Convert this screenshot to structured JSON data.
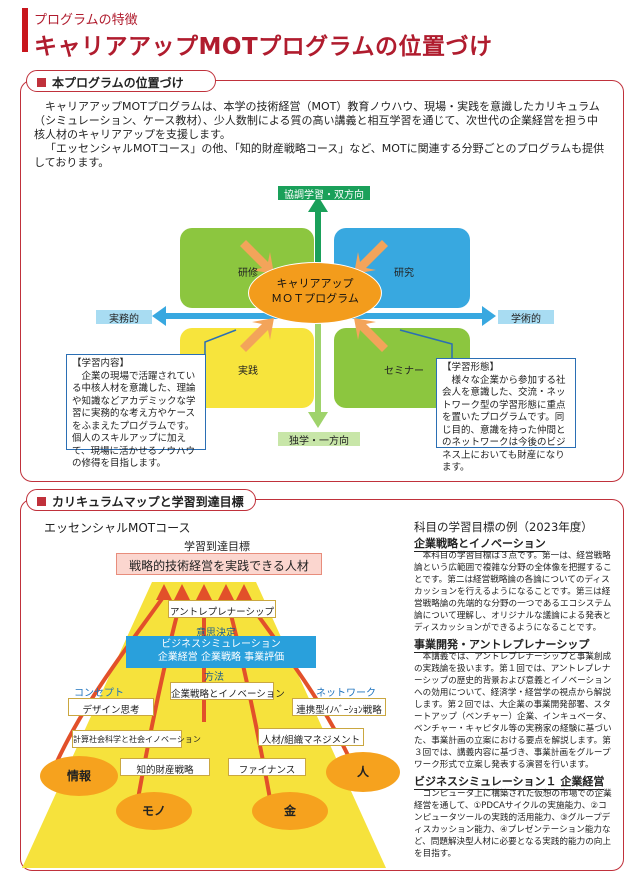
{
  "header": {
    "subtitle": "プログラムの特徴",
    "title": "キャリアアップMOTプログラムの位置づけ"
  },
  "section1": {
    "heading": "本プログラムの位置づけ",
    "intro_p1": "キャリアアップMOTプログラムは、本学の技術経営（MOT）教育ノウハウ、現場・実践を意識したカリキュラム（シミュレーション、ケース教材）、少人数制による質の高い講義と相互学習を通じて、次世代の企業経営を担う中核人材のキャリアアップを支援します。",
    "intro_p2": "「エッセンシャルMOTコース」の他、「知的財産戦略コース」など、MOTに関連する分野ごとのプログラムも提供しております。",
    "diagram": {
      "top_label": "協調学習・双方向",
      "bottom_label": "独学・一方向",
      "left_label": "実務的",
      "right_label": "学術的",
      "q_top_left": "研修",
      "q_top_right": "研究",
      "q_bottom_left": "実践",
      "q_bottom_right": "セミナー",
      "center_line1": "キャリアアップ",
      "center_line2": "ＭＯＴプログラム",
      "left_callout_title": "【学習内容】",
      "left_callout_body": "企業の現場で活躍されている中核人材を意識した、理論や知識などアカデミックな学習に実務的な考え方やケースをふまえたプログラムです。個人のスキルアップに加えて、現場に活かせるノウハウの修得を目指します。",
      "right_callout_title": "【学習形態】",
      "right_callout_body": "様々な企業から参加する社会人を意識した、交流・ネットワーク型の学習形態に重点を置いたプログラムです。同じ目的、意識を持った仲間とのネットワークは今後のビジネス上においても財産になります。"
    }
  },
  "section2": {
    "heading": "カリキュラムマップと学習到達目標",
    "course_title": "エッセンシャルMOTコース",
    "goal_heading": "学習到達目標",
    "goal": "戦略的技術経営を実践できる人材",
    "pyramid": {
      "entrepreneurship": "アントレプレナーシップ",
      "decision": "意思決定",
      "biz_sim_line1": "ビジネスシミュレーション",
      "biz_sim_line2": "企業経営 企業戦略 事業評価",
      "method": "方法",
      "strategy_innovation": "企業戦略とイノベーション",
      "concept": "コンセプト",
      "network": "ネットワーク",
      "design_thinking": "デザイン思考",
      "collab_innovation": "連携型ｲﾉﾍﾞｰｼｮﾝ戦略",
      "social_innovation": "計算社会科学と社会イノベーション",
      "hr_management": "人材/組織マネジメント",
      "ip_strategy": "知的財産戦略",
      "finance": "ファイナンス",
      "info": "情報",
      "person": "人",
      "thing": "モノ",
      "money": "金"
    },
    "examples": {
      "title": "科目の学習目標の例（2023年度）",
      "items": [
        {
          "name": "企業戦略とイノベーション",
          "body": "本科目の学習目標は３点です。第一は、経営戦略論という広範囲で複雑な分野の全体像を把握することです。第二は経営戦略論の各論についてのディスカッションを行えるようになることです。第三は経営戦略論の先端的な分野の一つであるエコシステム論について理解し、オリジナルな議論による発表とディスカッションができるようになることです。"
        },
        {
          "name": "事業開発・アントレプレナーシップ",
          "body": "本講義では、アントレプレナーシップと事業創成の実践論を扱います。第１回では、アントレプレナーシップの歴史的背景および意義とイノベーションへの効用について、経済学・経営学の視点から解説します。第２回では、大企業の事業開発部署、スタートアップ（ベンチャー）企業、インキュベータ、ベンチャー・キャピタル等の実務家の経験に基づいた、事業計画の立案における要点を解説します。第３回では、講義内容に基づき、事業計画をグループワーク形式で立案し発表する演習を行います。"
        },
        {
          "name": "ビジネスシミュレーション１ 企業経営",
          "body": "コンピュータ上に構築された仮想の市場での企業経営を通して、①PDCAサイクルの実施能力、②コンピュータツールの実践的活用能力、③グループディスカッション能力、④プレゼンテーション能力など、問題解決型人材に必要となる実践的能力の向上を目指す。"
        }
      ]
    }
  },
  "colors": {
    "accent_red": "#c0313b",
    "green": "#8cc63f",
    "blue": "#38a8e0",
    "yellow": "#f7e43c",
    "orange": "#f39c1c"
  }
}
